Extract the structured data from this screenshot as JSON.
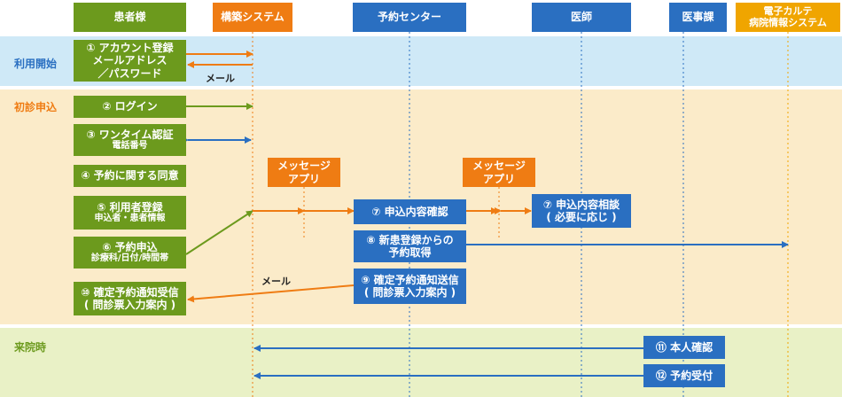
{
  "lanes": {
    "patient": "患者様",
    "system": "構築システム",
    "reservation_center": "予約センター",
    "doctor": "医師",
    "medical_affairs": "医事課",
    "ehr": [
      "電子カルテ",
      "病院情報システム"
    ]
  },
  "phases": {
    "start": "利用開始",
    "first_visit": "初診申込",
    "visit": "来院時"
  },
  "steps": {
    "s1": [
      "① アカウント登録",
      "メールアドレス",
      "／パスワード"
    ],
    "s2": "② ログイン",
    "s3": [
      "③ ワンタイム認証",
      "電話番号"
    ],
    "s4": "④ 予約に関する同意",
    "s5": [
      "⑤ 利用者登録",
      "申込者・患者情報"
    ],
    "s6": [
      "⑥ 予約申込",
      "診療科/日付/時間帯"
    ],
    "s7a": "⑦ 申込内容確認",
    "s7b": [
      "⑦ 申込内容相談",
      "( 必要に応じ )"
    ],
    "s8": [
      "⑧ 新患登録からの",
      "予約取得"
    ],
    "s9": [
      "⑨ 確定予約通知送信",
      "( 問診票入力案内 )"
    ],
    "s10": [
      "⑩ 確定予約通知受信",
      "( 問診票入力案内 )"
    ],
    "s11": "⑪ 本人確認",
    "s12": "⑫ 予約受付"
  },
  "messaging": {
    "app1": [
      "メッセージ",
      "アプリ"
    ],
    "app2": [
      "メッセージ",
      "アプリ"
    ]
  },
  "labels": {
    "mail1": "メール",
    "mail2": "メール"
  },
  "colors": {
    "green": "#6c9a1d",
    "blue": "#2a6fc1",
    "orange": "#ef7c13",
    "yellow": "#f0a500",
    "band_start": "#cfe9f7",
    "band_first": "#fbebc9",
    "band_visit": "#e9f1c6"
  }
}
